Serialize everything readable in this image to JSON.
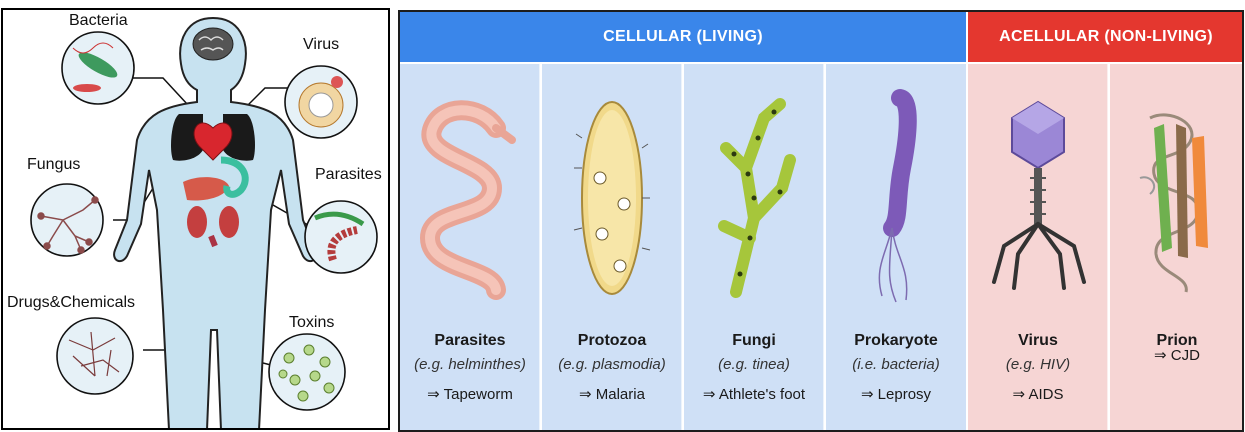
{
  "left": {
    "labels": {
      "bacteria": "Bacteria",
      "virus": "Virus",
      "fungus": "Fungus",
      "parasites": "Parasites",
      "drugs": "Drugs&Chemicals",
      "toxins": "Toxins"
    }
  },
  "right": {
    "header_cellular": "CELLULAR (LIVING)",
    "header_acellular": "ACELLULAR (NON-LIVING)",
    "columns": [
      {
        "name": "Parasites",
        "example": "(e.g. helminthes)",
        "disease": "⇒ Tapeworm"
      },
      {
        "name": "Protozoa",
        "example": "(e.g. plasmodia)",
        "disease": "⇒ Malaria"
      },
      {
        "name": "Fungi",
        "example": "(e.g. tinea)",
        "disease": "⇒ Athlete's foot"
      },
      {
        "name": "Prokaryote",
        "example": "(i.e. bacteria)",
        "disease": "⇒ Leprosy"
      },
      {
        "name": "Virus",
        "example": "(e.g. HIV)",
        "disease": "⇒ AIDS"
      },
      {
        "name": "Prion",
        "disease": "⇒ CJD"
      }
    ]
  },
  "colors": {
    "cellular_header": "#3a86ea",
    "acellular_header": "#e4372f",
    "cellular_bg": "#cfe0f6",
    "acellular_bg": "#f6d5d4"
  }
}
